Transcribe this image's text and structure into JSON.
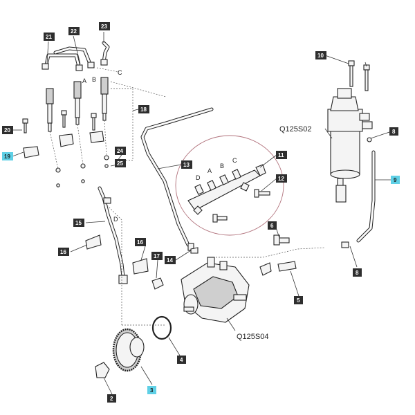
{
  "diagram": {
    "callouts": {
      "c2": "2",
      "c3": "3",
      "c4": "4",
      "c5": "5",
      "c6": "6",
      "c8a": "8",
      "c8b": "8",
      "c9": "9",
      "c10": "10",
      "c11": "11",
      "c12": "12",
      "c13": "13",
      "c14": "14",
      "c15": "15",
      "c16a": "16",
      "c16b": "16",
      "c17": "17",
      "c18": "18",
      "c19": "19",
      "c20": "20",
      "c21": "21",
      "c22": "22",
      "c23": "23",
      "c24": "24",
      "c25": "25"
    },
    "highlighted": [
      "3",
      "9",
      "19"
    ],
    "highlight_color": "#5fd0e6",
    "callout_color": "#2e2e2e",
    "letters": {
      "A_top": "A",
      "B_top": "B",
      "C_top": "C",
      "D_rail": "D",
      "A_rail": "A",
      "B_rail": "B",
      "C_rail": "C",
      "D_pipe": "D"
    },
    "codes": {
      "filter": "Q125S02",
      "pump": "Q125S04"
    }
  }
}
